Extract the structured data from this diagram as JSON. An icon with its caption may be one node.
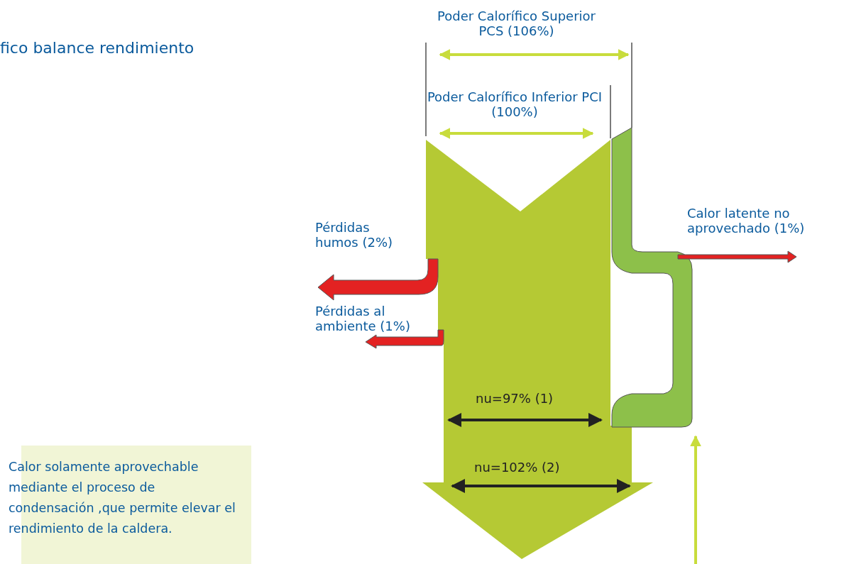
{
  "diagram": {
    "title": "fico balance rendimiento",
    "nodes": [
      {
        "text": [
          "Calor solamente aprovechable mediante el proceso de condensación ,que permite elevar el rendimiento de la caldera."
        ]
      }
    ],
    "labels": [
      "Poder Calorífico Superior PCS (106%)",
      "Poder Calorífico Inferior PCI (100%)",
      "Pérdidas humos (2%)",
      "Calor latente no aprovechado (1%)",
      "Pérdidas al ambiente (1%)",
      "nu=97% (1)",
      "nu=102% (2)"
    ]
  }
}
